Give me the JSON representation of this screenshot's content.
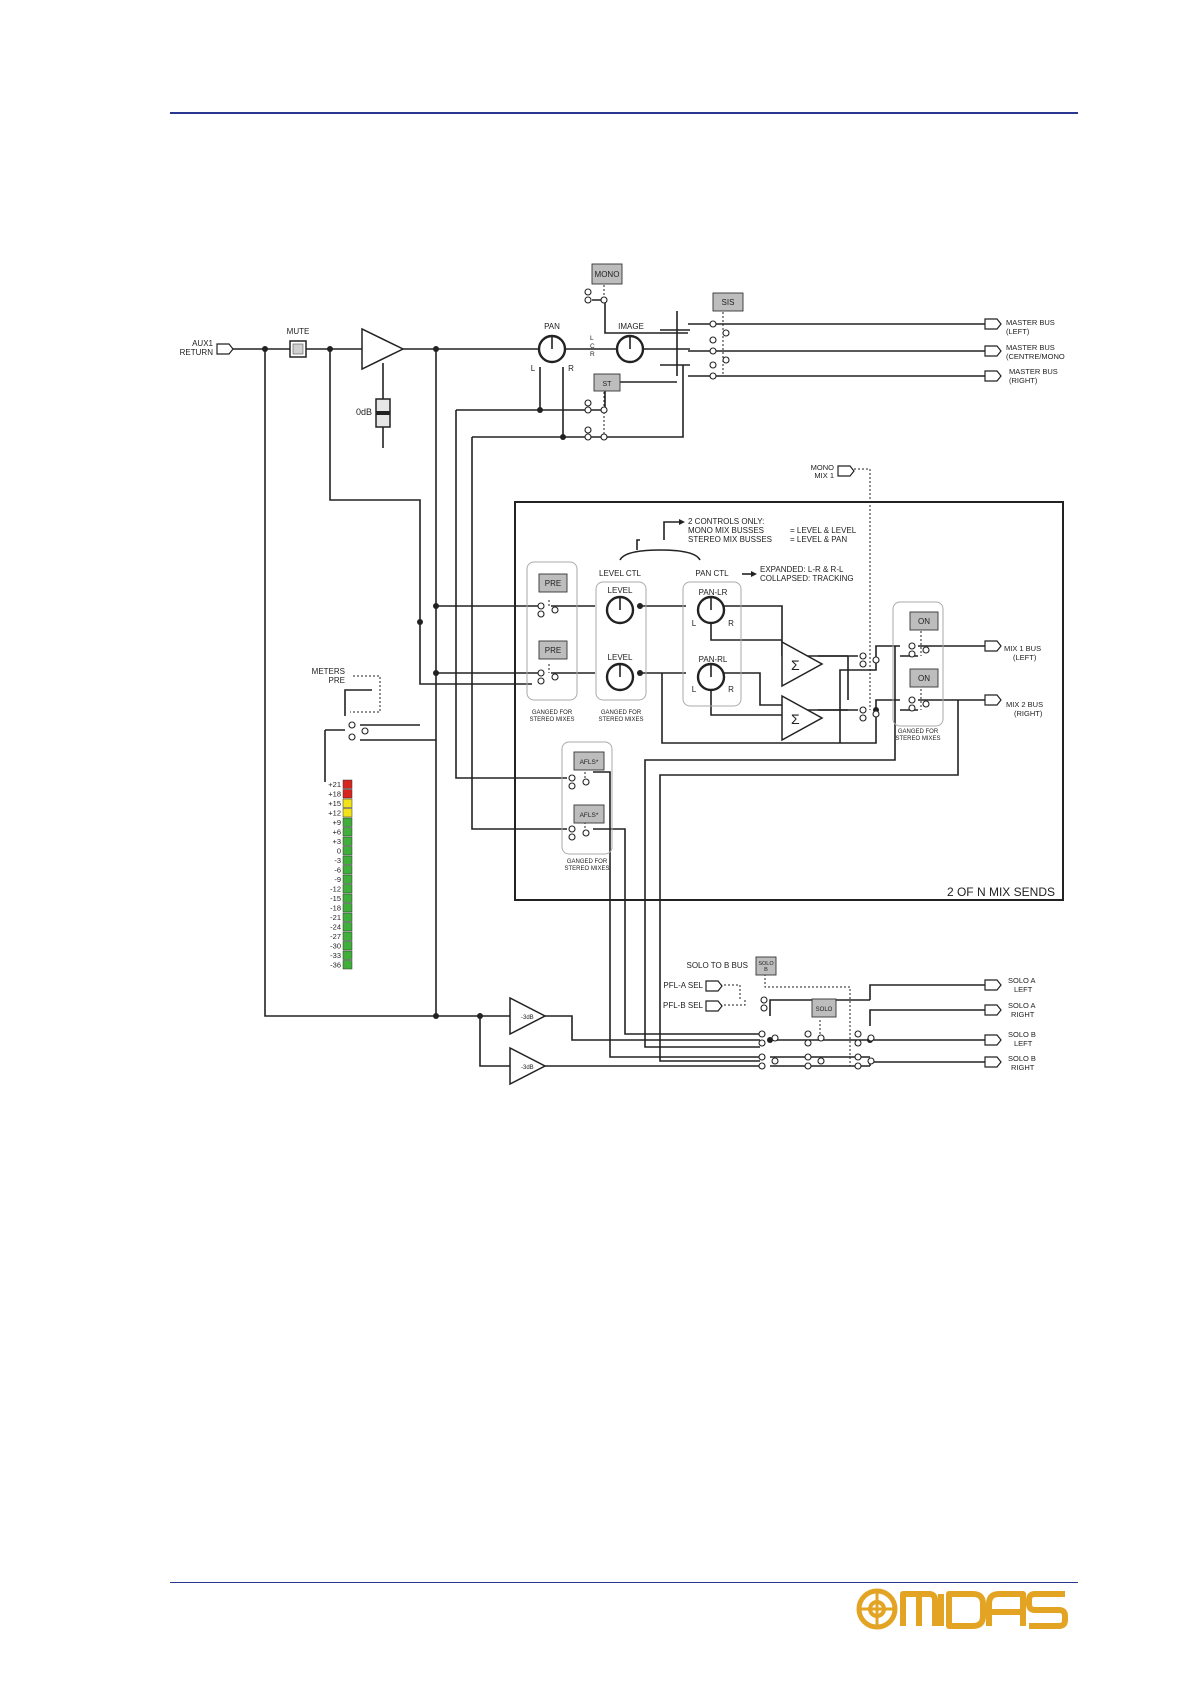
{
  "inputs": {
    "aux_return": [
      "AUX1",
      "RETURN"
    ],
    "meters_pre": [
      "METERS",
      "PRE"
    ],
    "mono_mix": [
      "MONO",
      "MIX 1"
    ]
  },
  "buttons": {
    "mute": "MUTE",
    "mono": "MONO",
    "sis": "SIS",
    "st": "ST",
    "pre1": "PRE",
    "pre2": "PRE",
    "on1": "ON",
    "on2": "ON",
    "afl1": "AFLS*",
    "afl2": "AFLS*",
    "solo_b": [
      "SOLO",
      "B"
    ],
    "solo": "SOLO"
  },
  "fader": {
    "label": "0dB"
  },
  "knobs": {
    "pan": "PAN",
    "image": "IMAGE",
    "pan_l": "L",
    "pan_r": "R",
    "image_lcr": [
      "L",
      "C",
      "R"
    ],
    "level_ctl": "LEVEL CTL",
    "level1": "LEVEL",
    "level2": "LEVEL",
    "pan_ctl": "PAN CTL",
    "pan_lr": "PAN-LR",
    "pan_rl": "PAN-RL",
    "lr_l": "L",
    "lr_r": "R",
    "rl_l": "L",
    "rl_r": "R"
  },
  "notes": {
    "two_controls": [
      "2 CONTROLS ONLY:",
      "MONO MIX BUSSES",
      "= LEVEL & LEVEL",
      "STEREO MIX BUSSES",
      "= LEVEL & PAN"
    ],
    "pan_modes": [
      "EXPANDED: L-R & R-L",
      "COLLAPSED: TRACKING"
    ],
    "ganged": [
      "GANGED FOR",
      "STEREO MIXES"
    ],
    "mix_sends_box": "2 OF N MIX SENDS"
  },
  "outputs": {
    "master_left": [
      "MASTER BUS",
      "(LEFT)"
    ],
    "master_centre": [
      "MASTER BUS",
      "(CENTRE/MONO"
    ],
    "master_right": [
      "MASTER BUS",
      "(RIGHT)"
    ],
    "mix1": [
      "MIX 1 BUS",
      "(LEFT)"
    ],
    "mix2": [
      "MIX 2 BUS",
      "(RIGHT)"
    ],
    "solo_a_left": [
      "SOLO A",
      "LEFT"
    ],
    "solo_a_right": [
      "SOLO A",
      "RIGHT"
    ],
    "solo_b_left": [
      "SOLO B",
      "LEFT"
    ],
    "solo_b_right": [
      "SOLO B",
      "RIGHT"
    ]
  },
  "solo_section": {
    "solo_to_b": "SOLO TO B BUS",
    "pfl_a": "PFL-A SEL",
    "pfl_b": "PFL-B SEL",
    "amp_gain": "-3dB"
  },
  "meter": {
    "scale": [
      "+21",
      "+18",
      "+15",
      "+12",
      "+9",
      "+6",
      "+3",
      "0",
      "-3",
      "-6",
      "-9",
      "-12",
      "-15",
      "-18",
      "-21",
      "-24",
      "-27",
      "-30",
      "-33",
      "-36"
    ],
    "colors": {
      "red": "#d7261e",
      "yellow": "#f2e21a",
      "green": "#3fae3a"
    }
  },
  "colors": {
    "rule": "#2a3790",
    "logo": "#e3a323"
  }
}
